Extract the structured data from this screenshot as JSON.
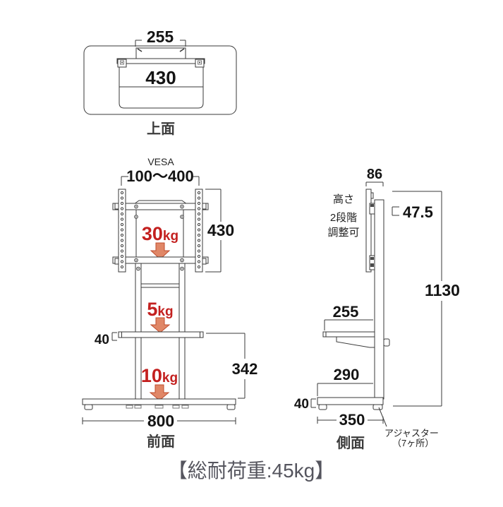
{
  "caption": "【総耐荷重:45kg】",
  "colors": {
    "background": "#ffffff",
    "line": "#3a3a3a",
    "dimension_text": "#141414",
    "red_text": "#c3201f",
    "arrow_fill": "#e08767",
    "arrow_stroke": "#bf4d2e",
    "label_text": "#3c3c3c",
    "caption_text": "#55555e"
  },
  "top_view": {
    "label": "上面",
    "dim_column_width": "255",
    "dim_shelf_width": "430"
  },
  "front_view": {
    "label": "前面",
    "vesa_title": "VESA",
    "vesa_range": "100〜400",
    "dim_vesa_height": "430",
    "load_tv_value": "30",
    "load_shelf_value": "5",
    "load_base_value": "10",
    "load_unit": "kg",
    "dim_shelf_thickness": "40",
    "dim_shelf_to_base": "342",
    "dim_base_width": "800"
  },
  "side_view": {
    "label": "側面",
    "dim_top_depth": "86",
    "dim_panel_offset": "47.5",
    "note_height_line1": "高さ",
    "note_height_line2": "2段階",
    "note_height_line3": "調整可",
    "dim_total_height": "1130",
    "dim_shelf_depth": "255",
    "dim_base_front_depth": "290",
    "dim_base_thickness": "40",
    "dim_base_depth": "350",
    "note_adjuster_line1": "アジャスター",
    "note_adjuster_line2": "（7ヶ所）"
  }
}
